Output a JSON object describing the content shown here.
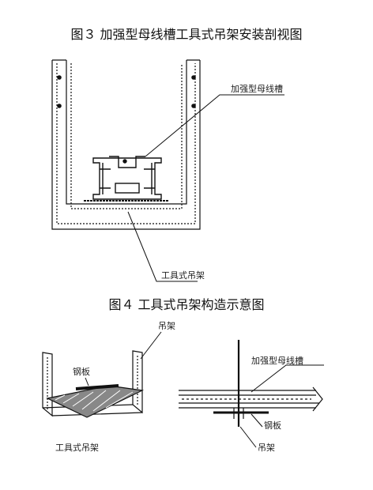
{
  "figure3": {
    "title": "图３ 加强型母线槽工具式吊架安装剖视图",
    "label_busway": "加强型母线槽",
    "label_hanger": "工具式吊架"
  },
  "figure4": {
    "title": "图４ 工具式吊架构造示意图",
    "label_hanger_top": "吊架",
    "label_plate_left": "钢板",
    "label_tool_hanger": "工具式吊架",
    "label_busway": "加强型母线槽",
    "label_plate_right": "钢板",
    "label_hanger_bottom": "吊架"
  }
}
